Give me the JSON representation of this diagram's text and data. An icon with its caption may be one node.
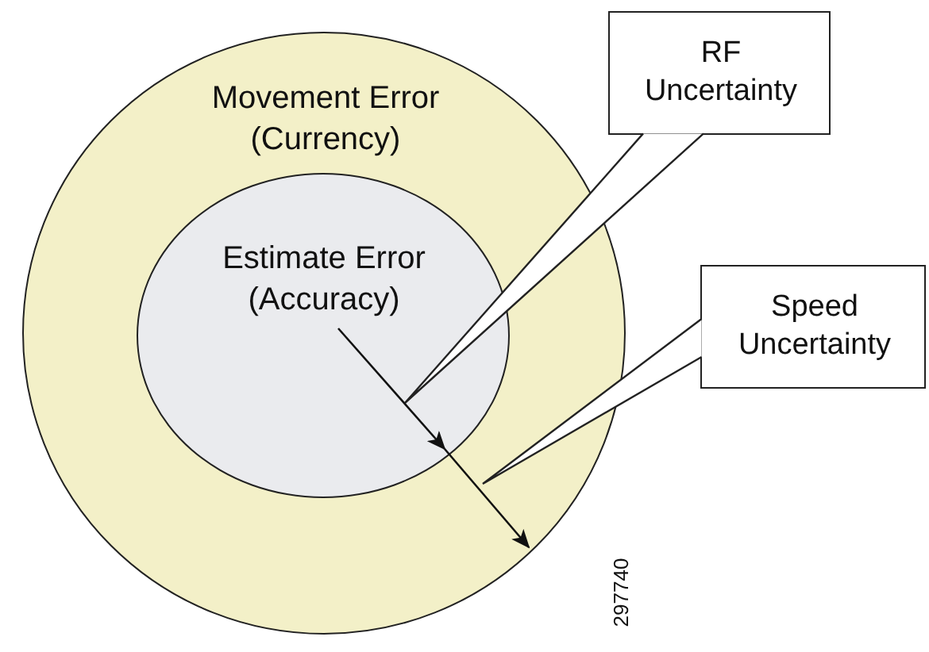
{
  "diagram": {
    "nodes": [
      {
        "text": [
          "Movement Error (Currency)"
        ]
      },
      {
        "text": [
          "Estimate Error (Accuracy)"
        ],
        "in": 0
      },
      {
        "text": [
          "RF Uncertainty"
        ]
      },
      {
        "text": [
          "Speed Uncertainty"
        ]
      }
    ],
    "edges": [
      {
        "from": 2,
        "to": null,
        "arrow": "none"
      },
      {
        "from": 3,
        "to": null,
        "arrow": "none"
      }
    ],
    "labels": [
      "297740"
    ]
  }
}
